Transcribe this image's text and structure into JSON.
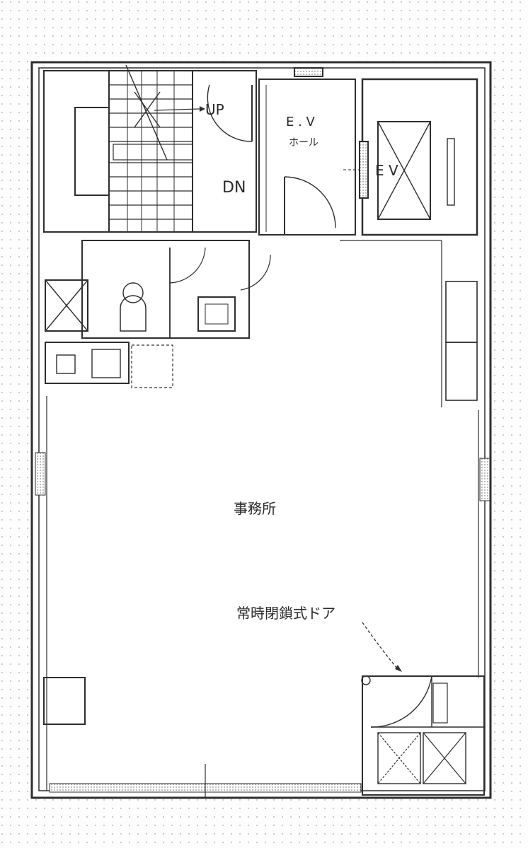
{
  "labels": {
    "up": "UP",
    "dn": "DN",
    "ev_hall_title": "E . V",
    "ev_hall_sub": "ホール",
    "elevator": "E V",
    "office": "事務所",
    "door_note": "常時閉鎖式ドア"
  },
  "colors": {
    "ink": "#2e2e2e",
    "dots": "#9a9a9a",
    "paper": "#fdfdfd"
  }
}
